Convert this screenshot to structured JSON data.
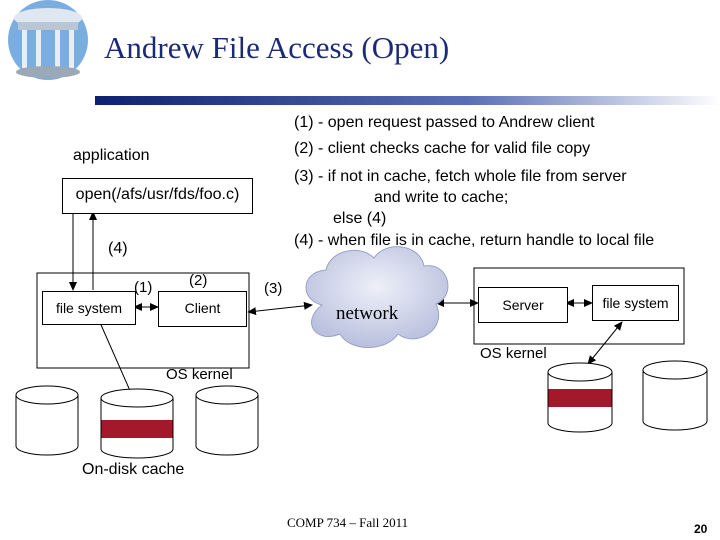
{
  "title": "Andrew File Access (Open)",
  "steps": [
    "(1) - open request passed to Andrew client",
    "(2) - client checks cache for valid file copy",
    "(3) - if not in cache, fetch whole file from server",
    "and write to cache;",
    "else (4)",
    "(4) - when file is in cache, return handle to local file"
  ],
  "client_side": {
    "application_label": "application",
    "open_call": "open(/afs/usr/fds/foo.c)",
    "step4_label": "(4)",
    "step1_label": "(1)",
    "step2_label": "(2)",
    "file_system_label": "file system",
    "client_label": "Client",
    "os_kernel_label": "OS kernel",
    "cache_label": "On-disk cache"
  },
  "network": {
    "step3_label": "(3)",
    "label": "network"
  },
  "server_side": {
    "server_label": "Server",
    "file_system_label": "file system",
    "os_kernel_label": "OS kernel"
  },
  "footer": "COMP 734 – Fall 2011",
  "page_number": "20",
  "colors": {
    "title": "#1a2a78",
    "accent_bar": "#1a3a8c",
    "cache_fill": "#a3182b",
    "cloud_fill": "#c9cfe6"
  }
}
